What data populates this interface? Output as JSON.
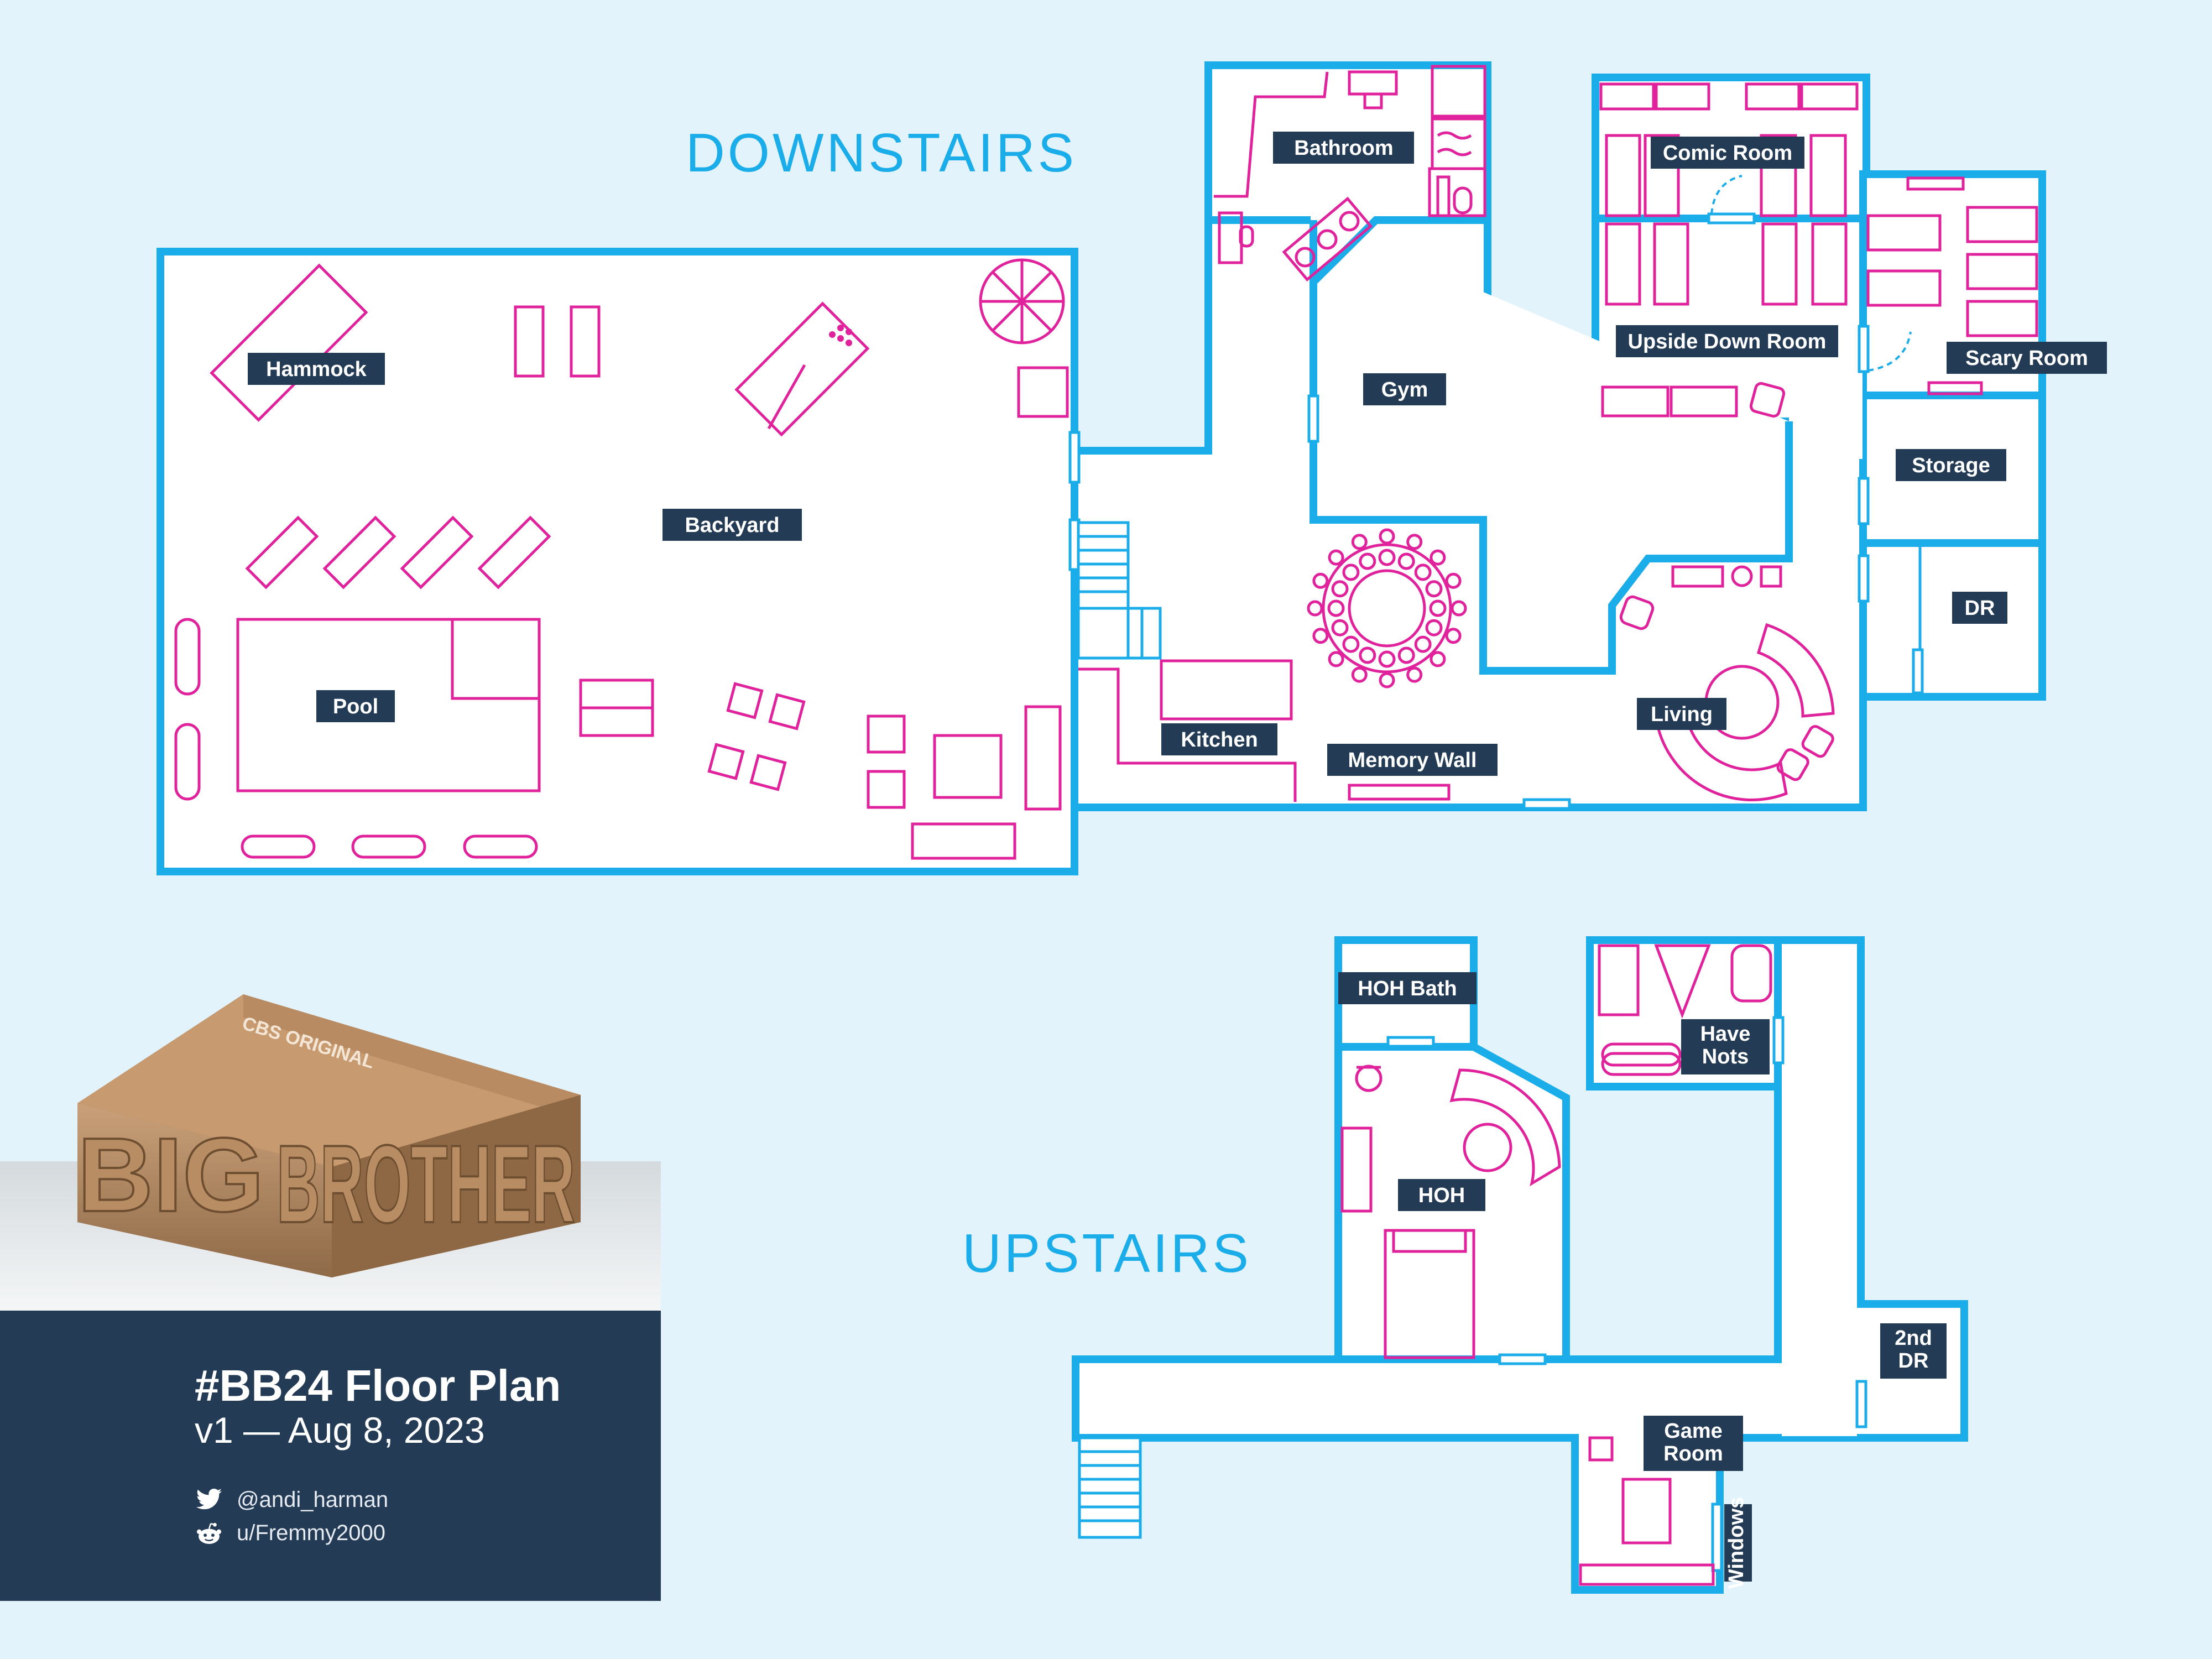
{
  "floors": {
    "downstairs": "DOWNSTAIRS",
    "upstairs": "UPSTAIRS"
  },
  "rooms": {
    "hammock": "Hammock",
    "backyard": "Backyard",
    "pool": "Pool",
    "bathroom": "Bathroom",
    "gym": "Gym",
    "kitchen": "Kitchen",
    "memory_wall": "Memory Wall",
    "living": "Living",
    "comic_room": "Comic Room",
    "upside_down_room": "Upside Down Room",
    "scary_room": "Scary Room",
    "storage": "Storage",
    "dr": "DR",
    "hoh_bath": "HOH Bath",
    "hoh": "HOH",
    "have_nots_1": "Have",
    "have_nots_2": "Nots",
    "second_dr_1": "2nd",
    "second_dr_2": "DR",
    "game_room_1": "Game",
    "game_room_2": "Room",
    "windows": "Windows"
  },
  "logo": {
    "tagline": "CBS ORIGINAL",
    "word1": "BIG",
    "word2": "BROTHER"
  },
  "info": {
    "title": "#BB24 Floor Plan",
    "version": "v1 — Aug 8, 2023",
    "twitter": "@andi_harman",
    "reddit": "u/Fremmy2000"
  },
  "icons": {
    "twitter": "twitter-icon",
    "reddit": "reddit-icon"
  },
  "colors": {
    "background": "#e3f3fc",
    "wall": "#1badea",
    "furniture": "#e0239c",
    "label": "#243b55"
  }
}
